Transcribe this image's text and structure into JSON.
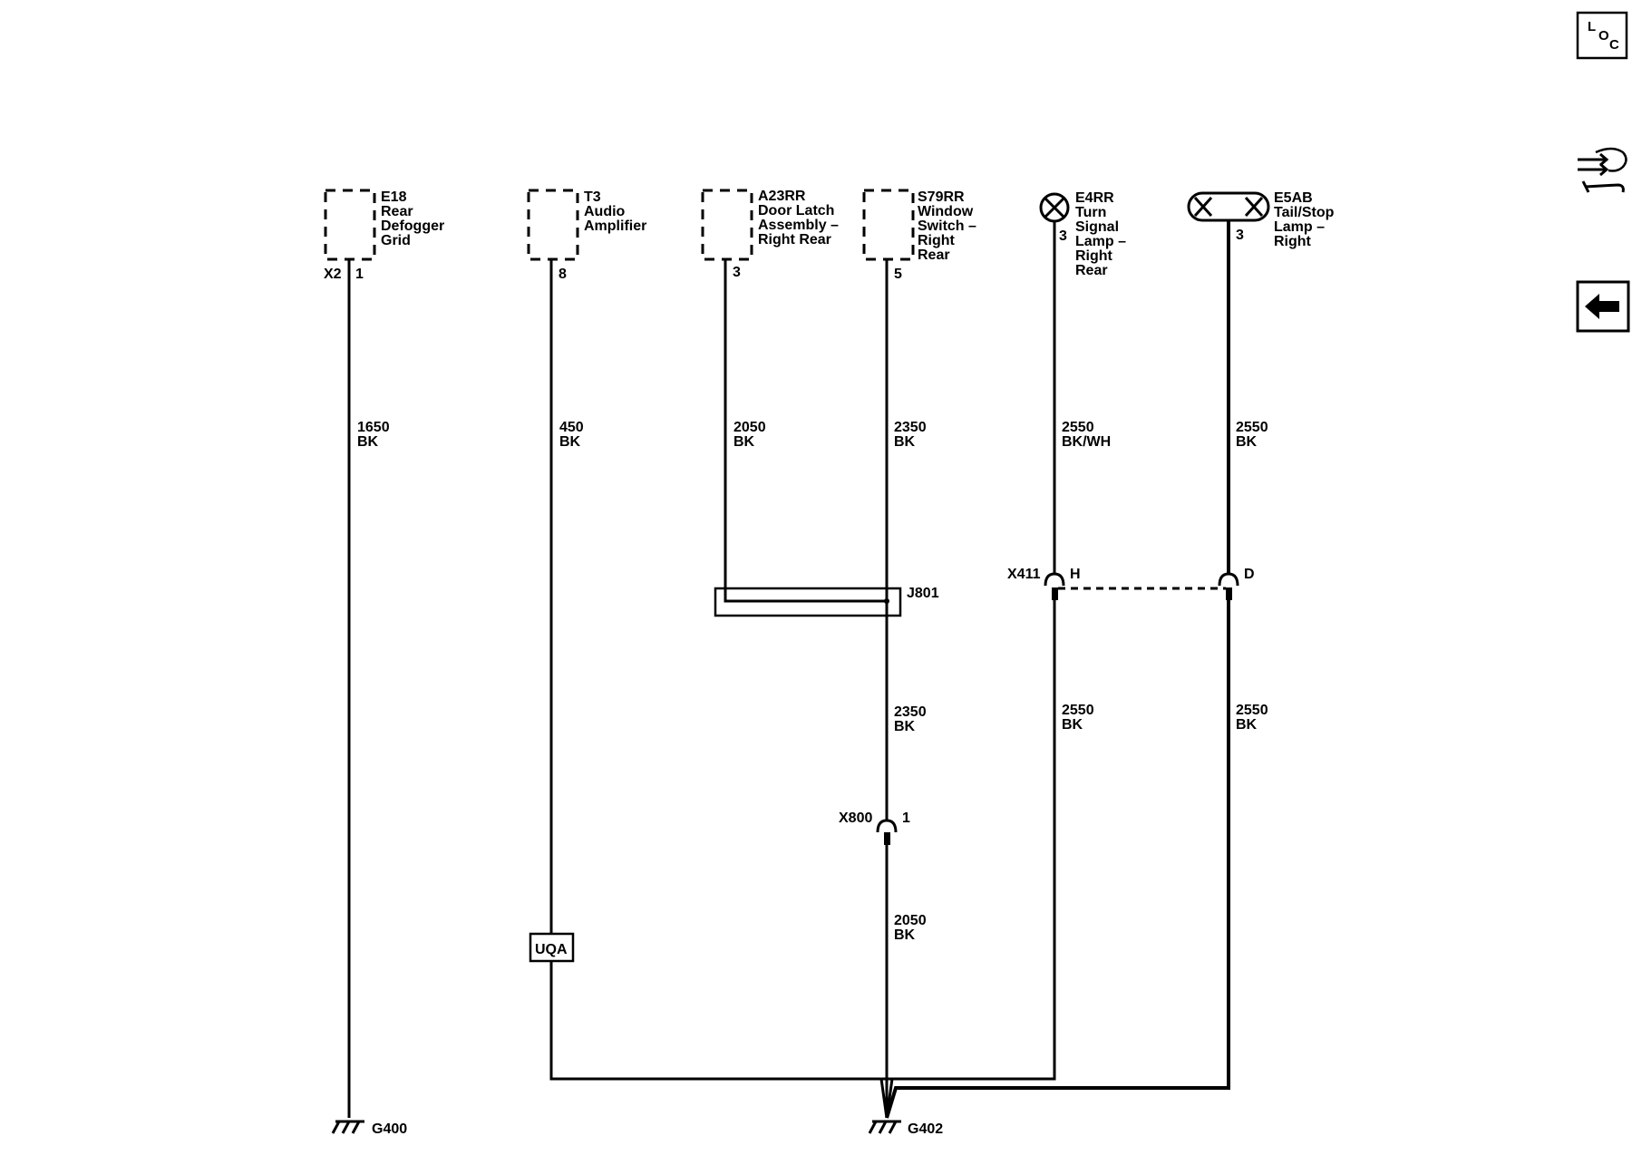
{
  "colors": {
    "ink": "#000000",
    "background": "#ffffff"
  },
  "icons": {
    "locator": "loc-icon",
    "component_view": "wrench-arrows-icon",
    "back": "back-arrow-icon"
  },
  "toolbar": {
    "loc_letters": [
      "L",
      "O",
      "C"
    ]
  },
  "components": {
    "e18": {
      "ref": "E18",
      "name_lines": [
        "Rear",
        "Defogger",
        "Grid"
      ],
      "connector": "X2",
      "pin": "1"
    },
    "t3": {
      "ref": "T3",
      "name_lines": [
        "Audio",
        "Amplifier"
      ],
      "pin": "8"
    },
    "a23rr": {
      "ref": "A23RR",
      "name_lines": [
        "Door Latch",
        "Assembly –",
        "Right Rear"
      ],
      "pin": "3"
    },
    "s79rr": {
      "ref": "S79RR",
      "name_lines": [
        "Window",
        "Switch –",
        "Right",
        "Rear"
      ],
      "pin": "5"
    },
    "e4rr": {
      "ref": "E4RR",
      "name_lines": [
        "Turn",
        "Signal",
        "Lamp –",
        "Right",
        "Rear"
      ],
      "pin": "3"
    },
    "e5ab": {
      "ref": "E5AB",
      "name_lines": [
        "Tail/Stop",
        "Lamp –",
        "Right"
      ],
      "pin": "3"
    }
  },
  "wires": {
    "e18": {
      "circuit": "1650",
      "color": "BK"
    },
    "t3": {
      "circuit": "450",
      "color": "BK"
    },
    "a23rr": {
      "circuit": "2050",
      "color": "BK"
    },
    "s79rr_top": {
      "circuit": "2350",
      "color": "BK"
    },
    "s79rr_mid": {
      "circuit": "2350",
      "color": "BK"
    },
    "s79rr_bottom": {
      "circuit": "2050",
      "color": "BK"
    },
    "e4rr_top": {
      "circuit": "2550",
      "color": "BK/WH"
    },
    "e4rr_bottom": {
      "circuit": "2550",
      "color": "BK"
    },
    "e5ab_top": {
      "circuit": "2550",
      "color": "BK"
    },
    "e5ab_bottom": {
      "circuit": "2550",
      "color": "BK"
    }
  },
  "splice": {
    "label": "J801"
  },
  "inline_connectors": {
    "x411": {
      "name": "X411",
      "pin_left": "H",
      "pin_right": "D"
    },
    "x800": {
      "name": "X800",
      "pin": "1"
    }
  },
  "option": {
    "label": "UQA"
  },
  "grounds": {
    "g400": "G400",
    "g402": "G402"
  }
}
